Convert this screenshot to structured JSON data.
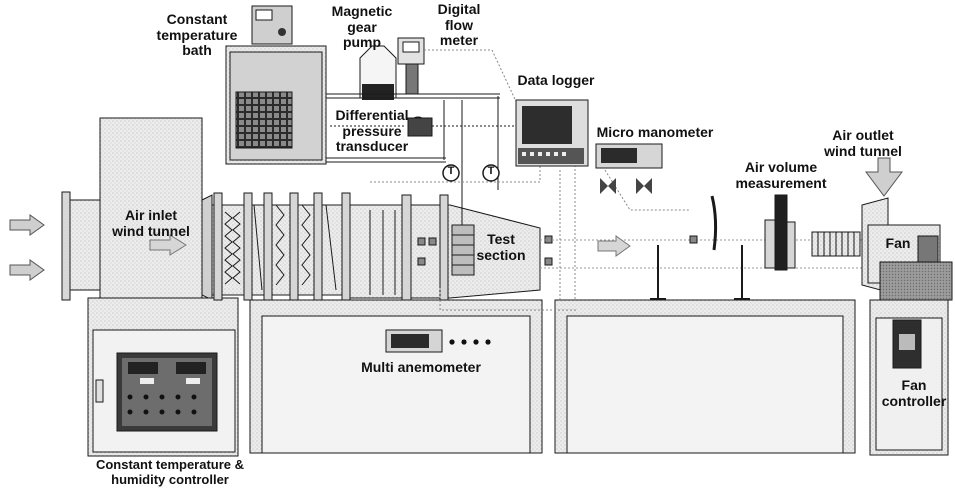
{
  "labels": {
    "bath": [
      "Constant",
      "temperature",
      "bath"
    ],
    "pump": [
      "Magnetic",
      "gear",
      "pump"
    ],
    "flowmeter": [
      "Digital",
      "flow",
      "meter"
    ],
    "datalogger": "Data logger",
    "dpt": [
      "Differential",
      "pressure",
      "transducer"
    ],
    "micromanometer": "Micro manometer",
    "air_outlet": [
      "Air outlet",
      "wind tunnel"
    ],
    "air_volume": [
      "Air volume",
      "measurement"
    ],
    "air_inlet": [
      "Air inlet",
      "wind tunnel"
    ],
    "test_section": [
      "Test",
      "section"
    ],
    "fan": "Fan",
    "fan_controller": [
      "Fan",
      "controller"
    ],
    "multi_anemometer": "Multi anemometer",
    "th_controller": [
      "Constant temperature &",
      "humidity controller"
    ],
    "thermocouple": "T"
  },
  "colors": {
    "line": "#1a1a1a",
    "fill_light": "#e6e6e6",
    "fill_mid": "#b9b9b9",
    "fill_dark": "#3a3a3a",
    "arrow": "#9a9a9a"
  }
}
